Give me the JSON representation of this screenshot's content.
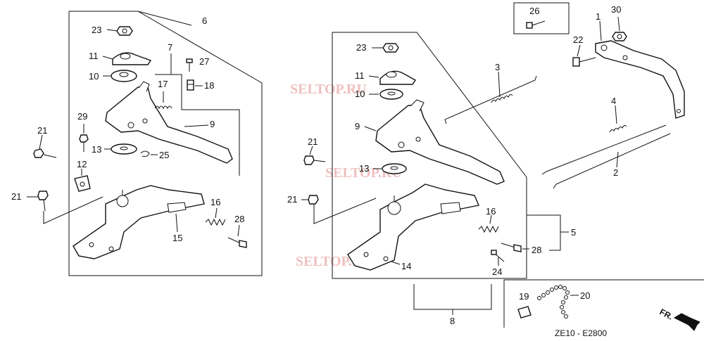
{
  "callouts": {
    "n1": "1",
    "n2": "2",
    "n3": "3",
    "n4": "4",
    "n5": "5",
    "n6": "6",
    "n7": "7",
    "n8": "8",
    "n9": "9",
    "n10": "10",
    "n11": "11",
    "n12": "12",
    "n13": "13",
    "n14": "14",
    "n15": "15",
    "n16": "16",
    "n17": "17",
    "n18": "18",
    "n19": "19",
    "n20": "20",
    "n21": "21",
    "n22": "22",
    "n23": "23",
    "n24": "24",
    "n25": "25",
    "n26": "26",
    "n27": "27",
    "n28": "28",
    "n29": "29",
    "n30": "30"
  },
  "watermark": "SELTOP.RU",
  "direction_label": "FR.",
  "figure_code": "ZE10 - E2800"
}
